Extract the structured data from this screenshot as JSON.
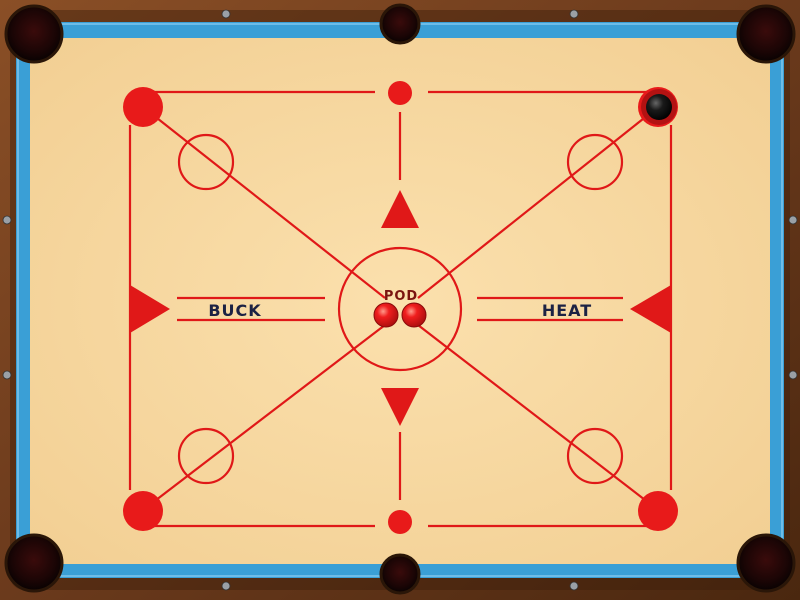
{
  "labels": {
    "left": "BUCK",
    "right": "HEAT",
    "center": "POD"
  },
  "colors": {
    "frame_wood": "#6b3a1c",
    "frame_wood_dark": "#3e200c",
    "cushion_blue": "#3a9fd6",
    "felt": "#f8d9a2",
    "marking_red": "#e01818",
    "pocket_black": "#120606",
    "label_navy": "#1c2244",
    "striker_black": "#111111"
  },
  "icons": {
    "corner_pocket": "pocket-icon",
    "side_arrow": "arrow-triangle-icon",
    "player_coin": "red-coin-icon",
    "striker": "black-striker-icon"
  }
}
